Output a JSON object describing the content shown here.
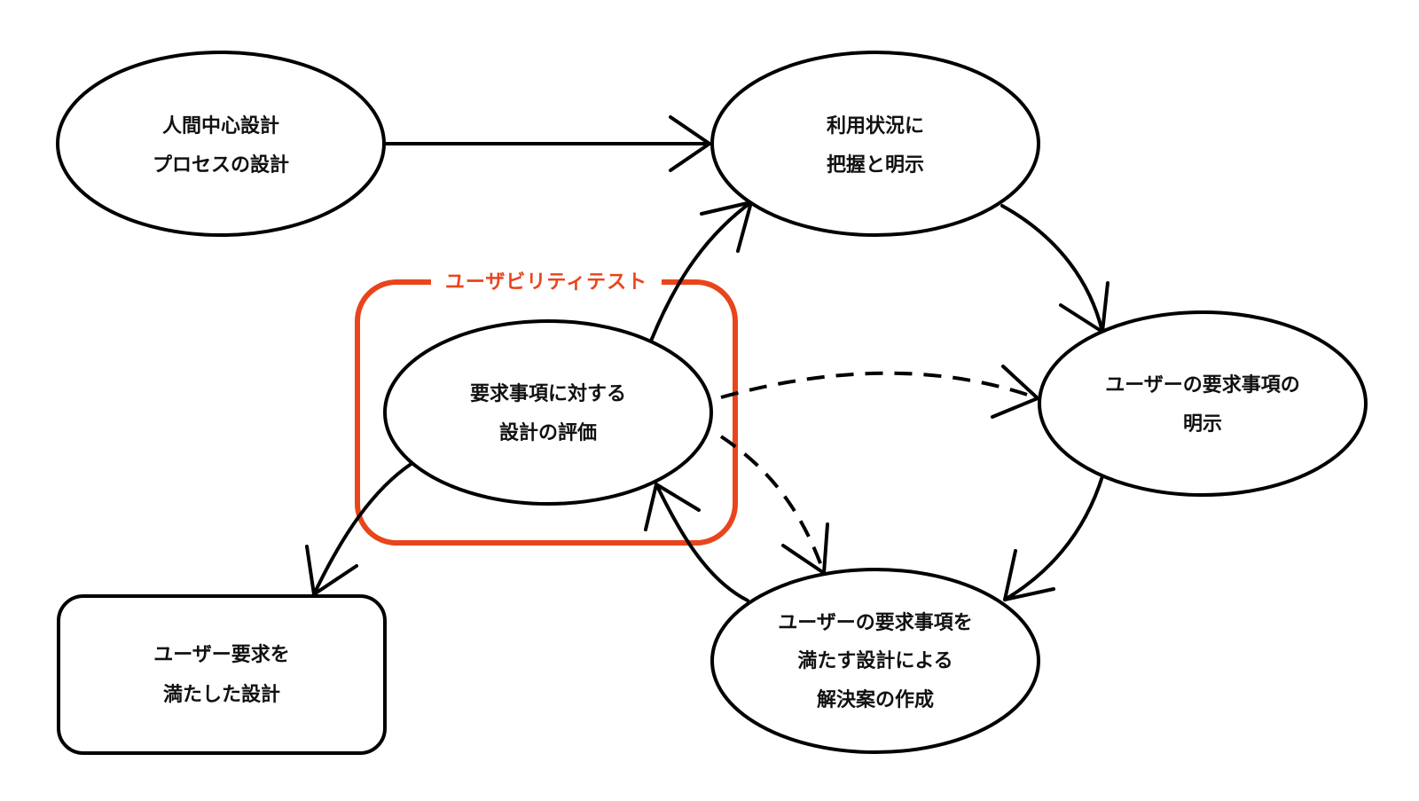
{
  "colors": {
    "group_accent": "#e8451c",
    "line": "#000000",
    "text": "#111111"
  },
  "nodes": {
    "hcd_process": {
      "line1": "人間中心設計",
      "line2": "プロセスの設計"
    },
    "context_of_use": {
      "line1": "利用状況に",
      "line2": "把握と明示"
    },
    "user_requirements": {
      "line1": "ユーザーの要求事項の",
      "line2": "明示"
    },
    "design_solution": {
      "line1": "ユーザーの要求事項を",
      "line2": "満たす設計による",
      "line3": "解決案の作成"
    },
    "evaluation": {
      "line1": "要求事項に対する",
      "line2": "設計の評価"
    },
    "final_design": {
      "line1": "ユーザー要求を",
      "line2": "満たした設計"
    }
  },
  "group": {
    "label": "ユーザビリティテスト"
  }
}
